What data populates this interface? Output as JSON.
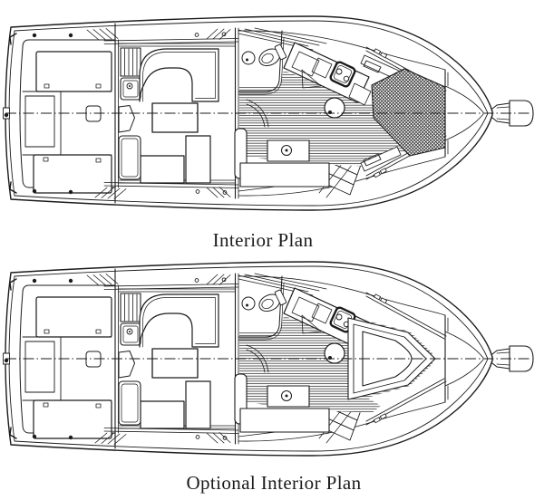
{
  "page": {
    "background": "#ffffff",
    "ink": "#1b1b1b",
    "description": "Two plan-view line drawings of a powerboat interior, stern at left and bow at right"
  },
  "plans": [
    {
      "label": "Interior Plan",
      "variant": "v-berth-crosshatched",
      "forward_cabin_parts": [
        "crosshatched-v-berth",
        "angled-shelves",
        "forward-bulkhead"
      ]
    },
    {
      "label": "Optional Interior Plan",
      "variant": "walkaround-island-berth",
      "forward_cabin_parts": [
        "island-berth",
        "extended-cabin-sole",
        "forward-bulkhead"
      ]
    }
  ],
  "common_parts": [
    "transom",
    "cockpit",
    "engine-hatch-starboard",
    "engine-hatch-port",
    "deck-hatch",
    "deck-bolts",
    "salon-steps",
    "l-shaped-settee",
    "salon-table",
    "salon-bench",
    "companionway-door",
    "head-compartment",
    "toilet",
    "head-sink",
    "windshield",
    "galley-counter",
    "stove",
    "galley-sink",
    "helm-seat",
    "console",
    "companionway-steps",
    "side-grab-rails",
    "foredeck",
    "bow-pulpit",
    "anchor-platform",
    "centerline"
  ]
}
